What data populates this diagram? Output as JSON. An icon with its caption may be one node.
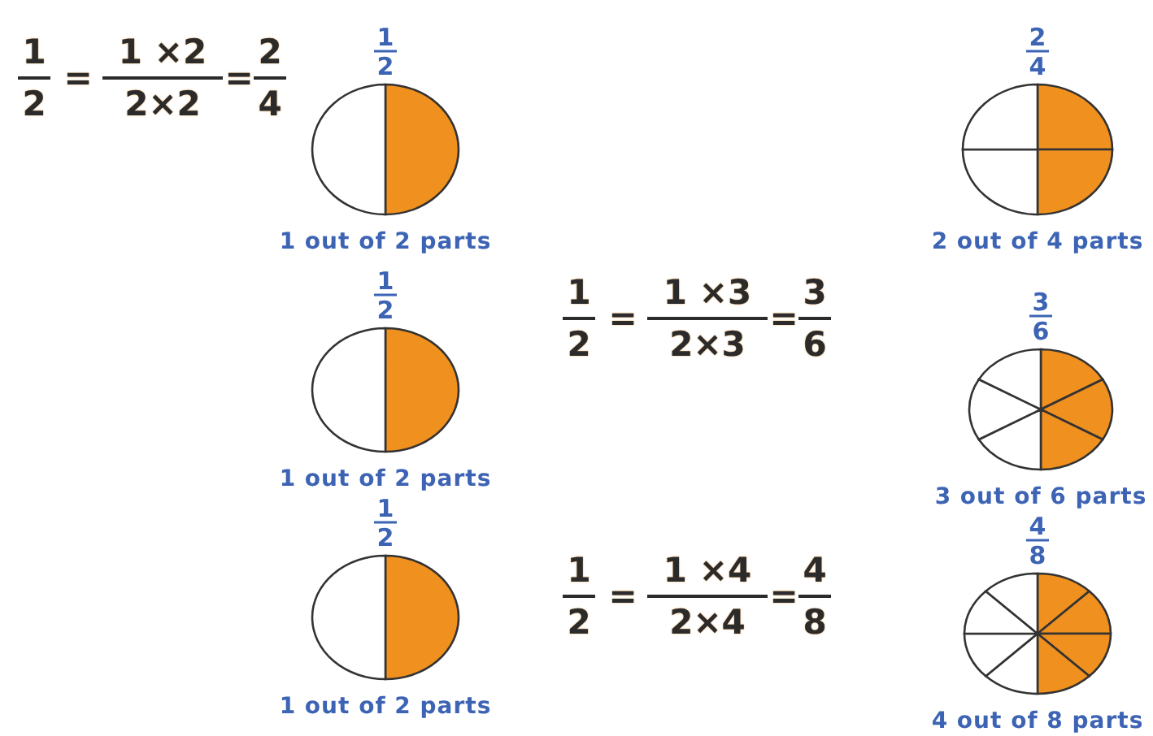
{
  "diagram": {
    "nodes": [
      {
        "text": [],
        "shape": "circle",
        "beside": [
          "1",
          "2",
          "1 out of 2 parts"
        ]
      },
      {
        "text": [],
        "shape": "circle",
        "beside": [
          "2",
          "4",
          "2 out of 4 parts"
        ]
      },
      {
        "text": [],
        "shape": "circle",
        "beside": [
          "1",
          "2",
          "1 out of 2 parts"
        ]
      },
      {
        "text": [],
        "shape": "circle",
        "beside": [
          "3",
          "6",
          "3 out of 6 parts"
        ]
      },
      {
        "text": [],
        "shape": "circle",
        "beside": [
          "1",
          "2",
          "1 out of 2 parts"
        ]
      },
      {
        "text": [],
        "shape": "circle",
        "beside": [
          "4",
          "8",
          "4 out of 8 parts"
        ]
      }
    ],
    "labels": [
      "1",
      "2",
      "=",
      "1 ×2",
      "2×2",
      "=",
      "2",
      "4",
      "1",
      "2",
      "=",
      "1 ×3",
      "2×3",
      "=",
      "3",
      "6",
      "1",
      "2",
      "=",
      "1 ×4",
      "2×4",
      "=",
      "4",
      "8"
    ]
  }
}
